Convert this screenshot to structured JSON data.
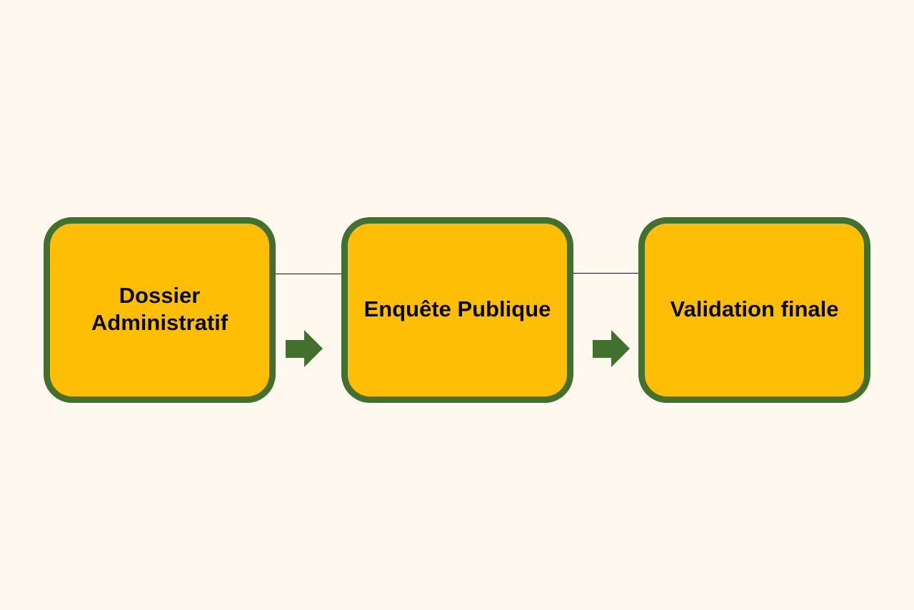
{
  "diagram": {
    "steps": [
      {
        "label": "Dossier Administratif"
      },
      {
        "label": "Enquête Publique"
      },
      {
        "label": "Validation finale"
      }
    ],
    "colors": {
      "background": "#FEF8EE",
      "box_fill": "#FFBE06",
      "box_border": "#43702F",
      "arrow": "#43702F",
      "line": "#111111",
      "text": "#0A0A0A"
    },
    "icons": {
      "arrow": "right-arrow-icon"
    }
  }
}
